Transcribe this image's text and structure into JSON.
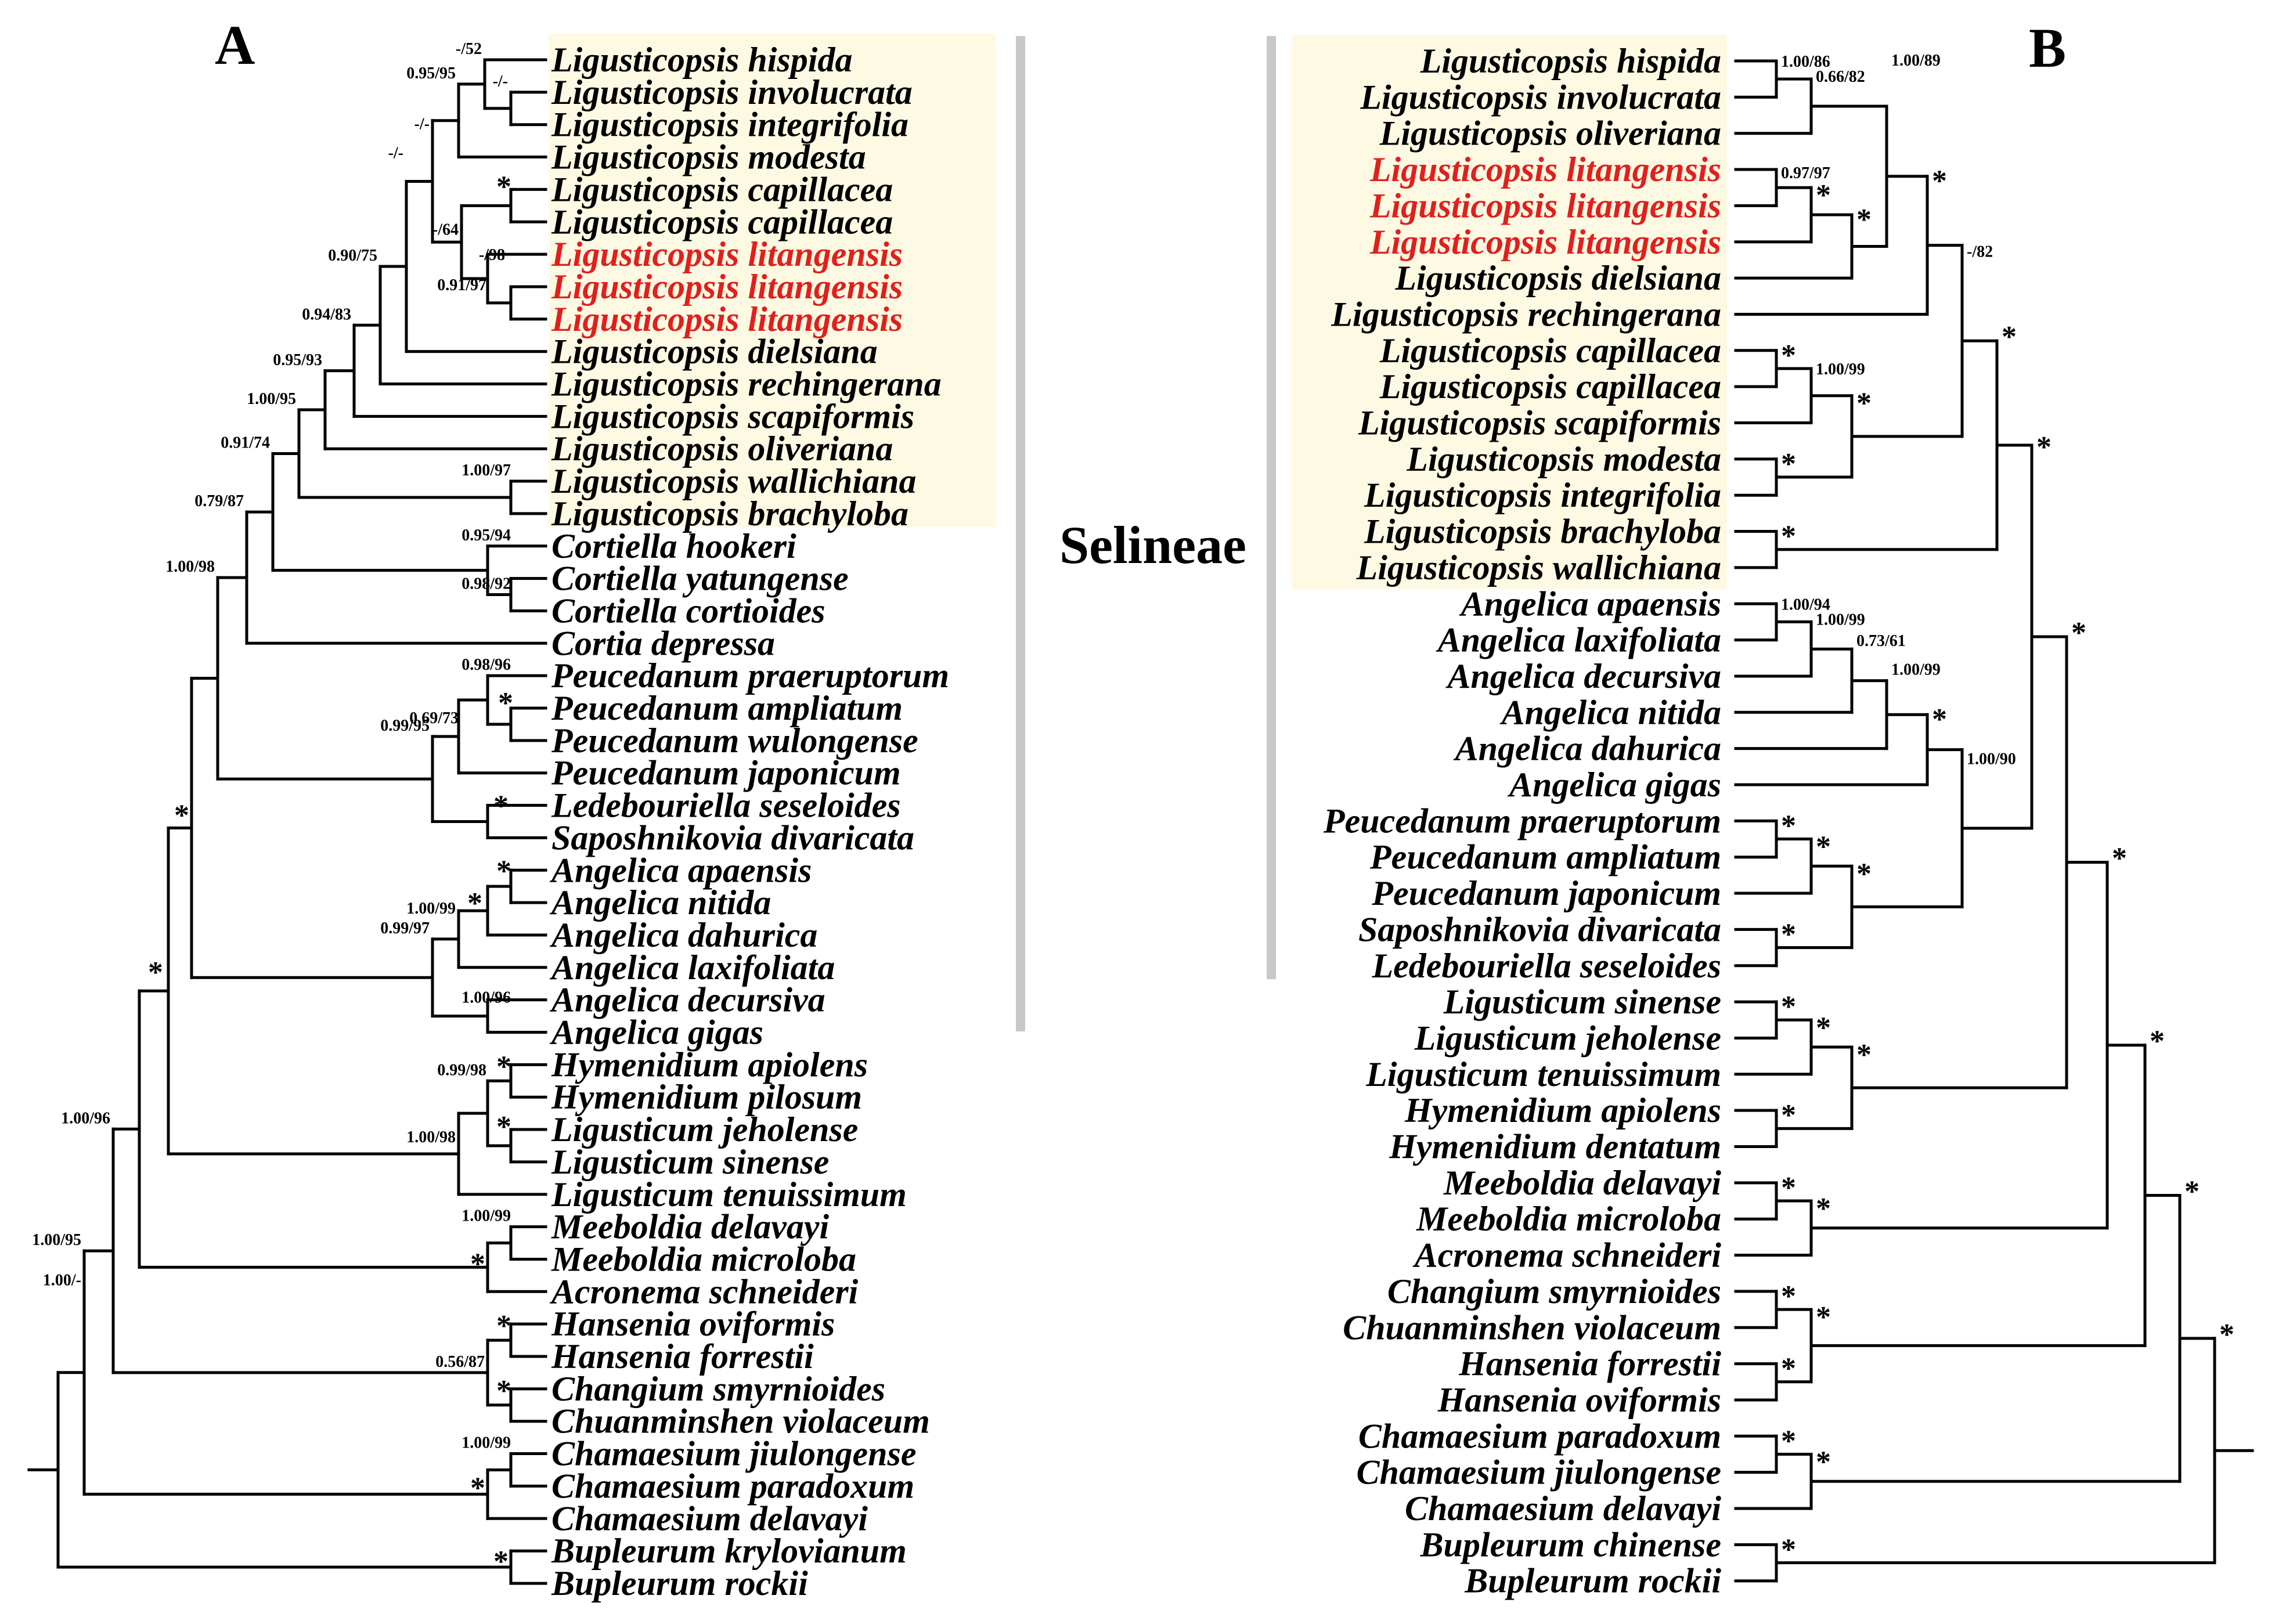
{
  "clade_label": "Selineae",
  "highlight_color": "#e0201c",
  "shade_color": "#fdf9e3",
  "panels": [
    {
      "letter": "A",
      "taxa": [
        "Ligusticopsis hispida",
        "Ligusticopsis involucrata",
        "Ligusticopsis integrifolia",
        "Ligusticopsis modesta",
        "Ligusticopsis capillacea",
        "Ligusticopsis capillacea",
        "Ligusticopsis litangensis",
        "Ligusticopsis litangensis",
        "Ligusticopsis litangensis",
        "Ligusticopsis dielsiana",
        "Ligusticopsis rechingerana",
        "Ligusticopsis scapiformis",
        "Ligusticopsis oliveriana",
        "Ligusticopsis wallichiana",
        "Ligusticopsis brachyloba",
        "Cortiella hookeri",
        "Cortiella yatungense",
        "Cortiella cortioides",
        "Cortia depressa",
        "Peucedanum praeruptorum",
        "Peucedanum ampliatum",
        "Peucedanum wulongense",
        "Peucedanum japonicum",
        "Ledebouriella seseloides",
        "Saposhnikovia divaricata",
        "Angelica apaensis",
        "Angelica nitida",
        "Angelica dahurica",
        "Angelica laxifoliata",
        "Angelica decursiva",
        "Angelica gigas",
        "Hymenidium apiolens",
        "Hymenidium pilosum",
        "Ligusticum jeholense",
        "Ligusticum sinense",
        "Ligusticum tenuissimum",
        "Meeboldia delavayi",
        "Meeboldia microloba",
        "Acronema schneideri",
        "Hansenia oviformis",
        "Hansenia forrestii",
        "Changium smyrnioides",
        "Chuanminshen violaceum",
        "Chamaesium jiulongense",
        "Chamaesium paradoxum",
        "Chamaesium delavayi",
        "Bupleurum krylovianum",
        "Bupleurum rockii"
      ],
      "highlighted_taxa": [
        6,
        7,
        8
      ],
      "shaded_taxa": [
        0,
        14
      ],
      "support": [
        "-/52",
        "-/-",
        "0.95/95",
        "-/-",
        "-/64",
        "-/98",
        "0.91/97",
        "-/-",
        "0.90/75",
        "0.94/83",
        "0.95/93",
        "1.00/95",
        "1.00/97",
        "0.91/74",
        "0.95/94",
        "0.98/92",
        "0.79/87",
        "0.98/96",
        "0.69/73",
        "0.99/95",
        "1.00/98",
        "1.00/99",
        "0.99/97",
        "1.00/96",
        "0.99/98",
        "1.00/98",
        "1.00/96",
        "1.00/99",
        "0.56/87",
        "1.00/95",
        "1.00/99",
        "1.00/-"
      ],
      "star": "*"
    },
    {
      "letter": "B",
      "taxa": [
        "Ligusticopsis hispida",
        "Ligusticopsis involucrata",
        "Ligusticopsis oliveriana",
        "Ligusticopsis litangensis",
        "Ligusticopsis litangensis",
        "Ligusticopsis litangensis",
        "Ligusticopsis dielsiana",
        "Ligusticopsis rechingerana",
        "Ligusticopsis capillacea",
        "Ligusticopsis capillacea",
        "Ligusticopsis scapiformis",
        "Ligusticopsis modesta",
        "Ligusticopsis integrifolia",
        "Ligusticopsis brachyloba",
        "Ligusticopsis wallichiana",
        "Angelica apaensis",
        "Angelica laxifoliata",
        "Angelica decursiva",
        "Angelica nitida",
        "Angelica dahurica",
        "Angelica gigas",
        "Peucedanum praeruptorum",
        "Peucedanum ampliatum",
        "Peucedanum japonicum",
        "Saposhnikovia divaricata",
        "Ledebouriella seseloides",
        "Ligusticum sinense",
        "Ligusticum jeholense",
        "Ligusticum tenuissimum",
        "Hymenidium apiolens",
        "Hymenidium dentatum",
        "Meeboldia delavayi",
        "Meeboldia microloba",
        "Acronema schneideri",
        "Changium smyrnioides",
        "Chuanminshen violaceum",
        "Hansenia forrestii",
        "Hansenia oviformis",
        "Chamaesium paradoxum",
        "Chamaesium jiulongense",
        "Chamaesium delavayi",
        "Bupleurum chinense",
        "Bupleurum rockii"
      ],
      "highlighted_taxa": [
        3,
        4,
        5
      ],
      "shaded_taxa": [
        0,
        14
      ],
      "support": [
        "1.00/86",
        "0.66/82",
        "0.97/97",
        "1.00/89",
        "1.00/99",
        "-/82",
        "1.00/94",
        "1.00/99",
        "0.73/61",
        "1.00/99",
        "1.00/90"
      ],
      "star": "*"
    }
  ]
}
